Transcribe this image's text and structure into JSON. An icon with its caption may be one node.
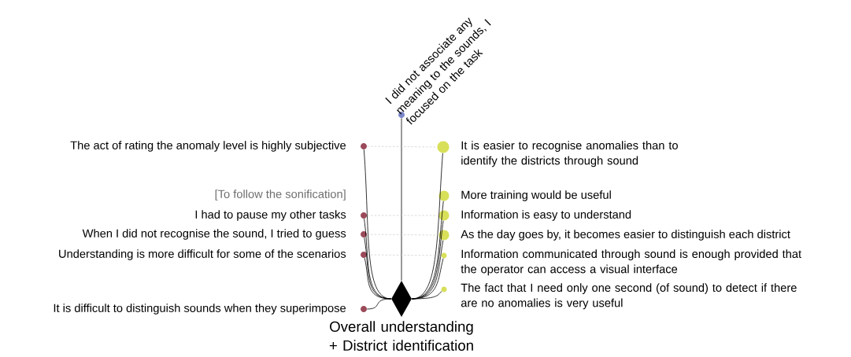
{
  "diagram": {
    "nodes": [
      {
        "text": [
          "Overall understanding + District identification"
        ]
      },
      {
        "text": [],
        "shape": "circle",
        "beside": [
          "I did not associate any meaning to the sounds, I focused on the task"
        ]
      },
      {
        "text": [],
        "shape": "circle",
        "beside": [
          "The act of rating the anomaly level is highly subjective"
        ]
      },
      {
        "text": [],
        "shape": "circle",
        "beside": [
          "[To follow the sonification]",
          "I had to pause my other tasks"
        ]
      },
      {
        "text": [],
        "shape": "circle",
        "beside": [
          "When I did not recognise the sound, I tried to guess"
        ]
      },
      {
        "text": [],
        "shape": "circle",
        "beside": [
          "Understanding is more difficult for some of the scenarios"
        ]
      },
      {
        "text": [],
        "shape": "circle",
        "beside": [
          "It is difficult to distinguish sounds when they superimpose"
        ]
      },
      {
        "text": [],
        "shape": "circle",
        "beside": [
          "It is easier to recognise anomalies than to identify the districts through sound"
        ]
      },
      {
        "text": [],
        "shape": "circle",
        "beside": [
          "More training would be useful"
        ]
      },
      {
        "text": [],
        "shape": "circle",
        "beside": [
          "Information is easy to understand"
        ]
      },
      {
        "text": [],
        "shape": "circle",
        "beside": [
          "As the day goes by, it becomes easier to distinguish each district"
        ]
      },
      {
        "text": [],
        "shape": "circle",
        "beside": [
          "Information communicated through sound is enough provided that the operator can access a visual interface"
        ]
      },
      {
        "text": [],
        "shape": "circle",
        "beside": [
          "The fact that I need only one second (of sound) to detect if there are no anomalies is very useful"
        ]
      }
    ],
    "edges": [
      {
        "from": 0,
        "to": 1,
        "arrow": "none"
      },
      {
        "from": 0,
        "to": 2,
        "arrow": "none"
      },
      {
        "from": 0,
        "to": 3,
        "arrow": "none"
      },
      {
        "from": 0,
        "to": 4,
        "arrow": "none"
      },
      {
        "from": 0,
        "to": 5,
        "arrow": "none"
      },
      {
        "from": 0,
        "to": 6,
        "arrow": "none"
      },
      {
        "from": 0,
        "to": 7,
        "arrow": "none"
      },
      {
        "from": 0,
        "to": 8,
        "arrow": "none"
      },
      {
        "from": 0,
        "to": 9,
        "arrow": "none"
      },
      {
        "from": 0,
        "to": 10,
        "arrow": "none"
      },
      {
        "from": 0,
        "to": 11,
        "arrow": "none"
      },
      {
        "from": 0,
        "to": 12,
        "arrow": "none"
      },
      {
        "from": 2,
        "to": 7,
        "arrow": "none",
        "style": "dashed",
        "color": "#bbbbbb"
      },
      {
        "from": 3,
        "to": 9,
        "arrow": "none",
        "style": "dashed",
        "color": "#bbbbbb"
      },
      {
        "from": 4,
        "to": 10,
        "arrow": "none",
        "style": "dashed",
        "color": "#bbbbbb"
      },
      {
        "from": 5,
        "to": 11,
        "arrow": "none",
        "style": "dashed",
        "color": "#bbbbbb"
      }
    ]
  }
}
